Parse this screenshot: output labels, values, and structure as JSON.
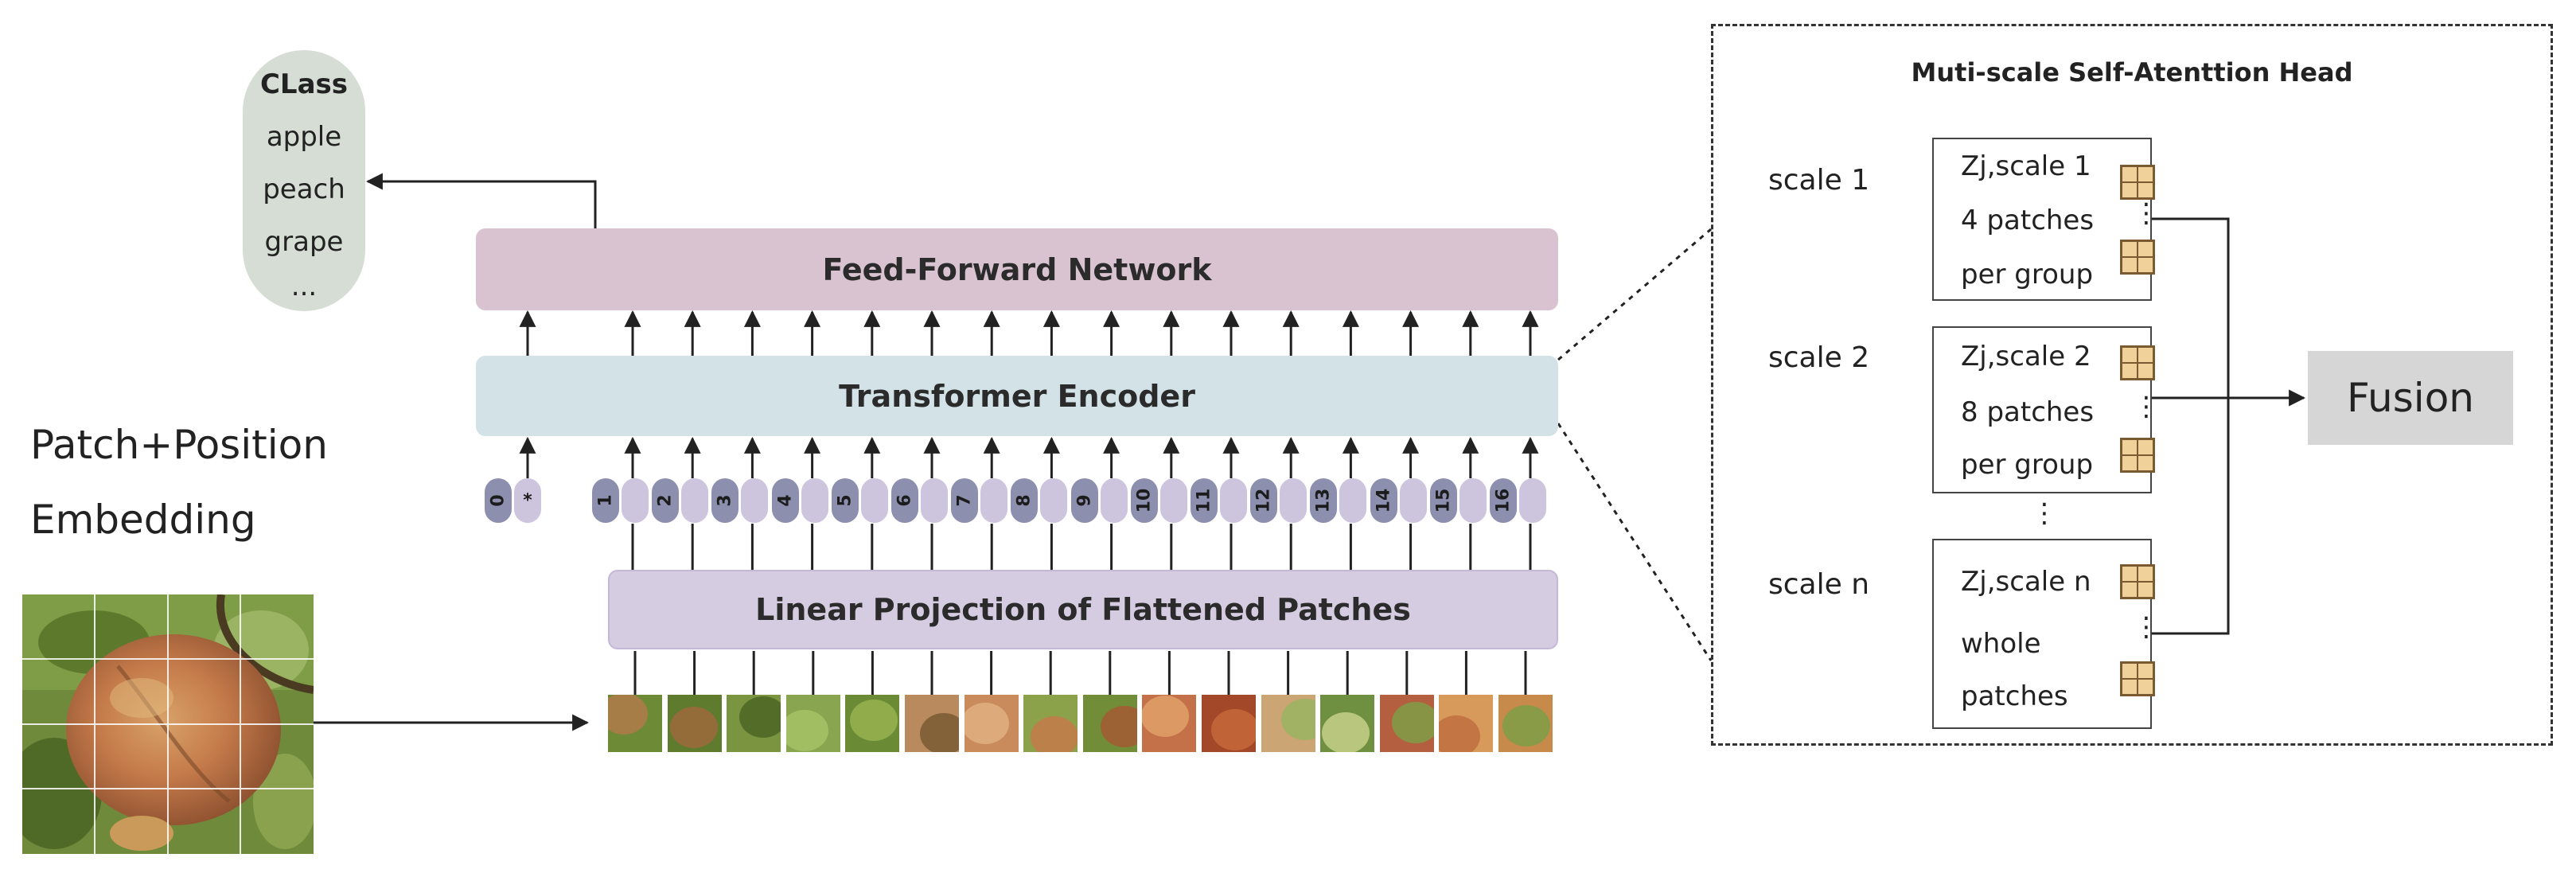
{
  "classifier": {
    "header": "CLass",
    "items": [
      "apple",
      "peach",
      "grape",
      "..."
    ]
  },
  "embedding_label": [
    "Patch+Position",
    "Embedding"
  ],
  "blocks": {
    "ffn": "Feed-Forward Network",
    "encoder": "Transformer Encoder",
    "linear": "Linear Projection of Flattened Patches"
  },
  "tokens": {
    "cls": [
      "0",
      "*"
    ],
    "patches": [
      "1",
      "2",
      "3",
      "4",
      "5",
      "6",
      "7",
      "8",
      "9",
      "10",
      "11",
      "12",
      "13",
      "14",
      "15",
      "16"
    ]
  },
  "attention": {
    "title": "Muti-scale Self-Atenttion Head",
    "scales": [
      {
        "label": "scale 1",
        "line1": "Zj,scale 1",
        "line2": "4 patches",
        "line3": "per group"
      },
      {
        "label": "scale 2",
        "line1": "Zj,scale 2",
        "line2": "8 patches",
        "line3": "per group"
      },
      {
        "label": "scale n",
        "line1": "Zj,scale n",
        "line2": "whole",
        "line3": "patches"
      }
    ],
    "fusion": "Fusion"
  },
  "colors": {
    "ffn": "#d9c3d0",
    "encoder": "#d2e2e6",
    "linear": "#d5cce1",
    "token_dark": "#8d8fae",
    "token_light": "#cdc4de",
    "class_pill": "#d5ddd5",
    "fusion": "#d6d6d6",
    "grid_icon": "#f1d19a"
  }
}
